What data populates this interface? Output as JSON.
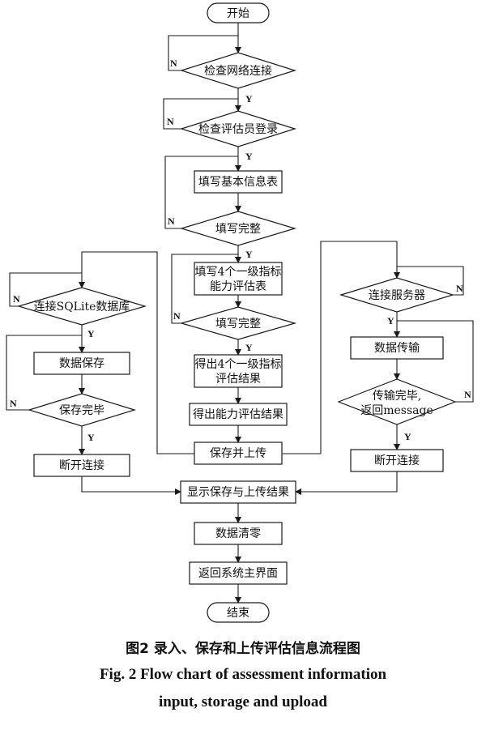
{
  "nodes": {
    "start": "开始",
    "check_network": "检查网络连接",
    "check_login": "检查评估员登录",
    "fill_basic": "填写基本信息表",
    "fill_complete_1": "填写完整",
    "fill_indicators_1": "填写4个一级指标",
    "fill_indicators_2": "能力评估表",
    "fill_complete_2": "填写完整",
    "get_indicators_1": "得出4个一级指标",
    "get_indicators_2": "评估结果",
    "get_ability": "得出能力评估结果",
    "save_upload": "保存并上传",
    "connect_sqlite": "连接SQLite数据库",
    "data_save": "数据保存",
    "save_complete": "保存完毕",
    "disconnect_left": "断开连接",
    "connect_server": "连接服务器",
    "data_transfer": "数据传输",
    "transfer_done_1": "传输完毕,",
    "transfer_done_2": "返回message",
    "disconnect_right": "断开连接",
    "show_result": "显示保存与上传结果",
    "data_clear": "数据清零",
    "return_main": "返回系统主界面",
    "end": "结束"
  },
  "edge_labels": {
    "yes": "Y",
    "no": "N"
  },
  "caption": {
    "zh": "图2  录入、保存和上传评估信息流程图",
    "en_line1": "Fig. 2  Flow chart of assessment information",
    "en_line2": "input, storage and upload"
  }
}
